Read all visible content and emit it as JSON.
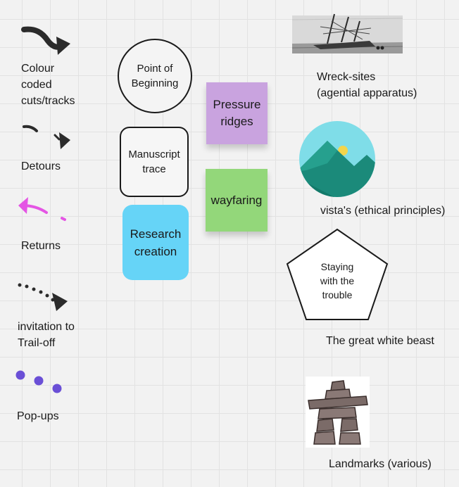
{
  "legend": {
    "colour_coded": "Colour\ncoded\ncuts/tracks",
    "detours": "Detours",
    "returns": "Returns",
    "trail_off": "invitation to\nTrail-off",
    "pop_ups": "Pop-ups"
  },
  "shapes": {
    "point_of_beginning": "Point of\nBeginning",
    "manuscript_trace": "Manuscript\ntrace",
    "research_creation": "Research\ncreation",
    "pressure_ridges": "Pressure\nridges",
    "wayfaring": "wayfaring",
    "staying_with_trouble": "Staying\nwith the\ntrouble"
  },
  "labels": {
    "wreck_sites": "Wreck-sites\n(agential apparatus)",
    "vistas": "vista's (ethical principles)",
    "great_white_beast": "The great white beast",
    "landmarks": "Landmarks (various)"
  },
  "icons": {
    "colour_coded": "thick-curved-arrow-icon",
    "detours": "broken-arrow-icon",
    "returns": "pink-return-arrow-icon",
    "trail_off": "dotted-arrow-icon",
    "pop_ups": "purple-dots-icon",
    "wreck": "shipwreck-image",
    "vista": "mountain-landscape-icon",
    "landmark": "inukshuk-image"
  },
  "colors": {
    "pink": "#e455e4",
    "purple_dot": "#6a4fd6",
    "blue_box": "#66d4f7",
    "purple_note": "#c9a3df",
    "green_note": "#93d77a",
    "vista_sky": "#7fdde8",
    "vista_mountain": "#1b8a7a"
  }
}
